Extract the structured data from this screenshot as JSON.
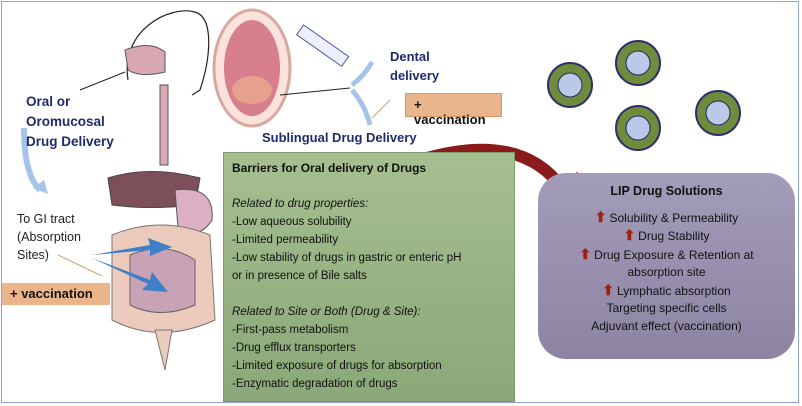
{
  "labels": {
    "oral": [
      "Oral or",
      "Oromucosal",
      "Drug  Delivery"
    ],
    "dental": [
      "Dental",
      "delivery"
    ],
    "sublingual": "Sublingual Drug Delivery",
    "vaccination_top": "+ vaccination",
    "vaccination_left": "+ vaccination",
    "gi_tract": [
      "To GI tract",
      "(Absorption",
      "Sites)"
    ]
  },
  "barriers": {
    "title": "Barriers for Oral delivery of Drugs",
    "section1_heading": "Related to drug properties:",
    "section1_items": [
      "-Low aqueous solubility",
      "-Limited permeability",
      "-Low stability of drugs in gastric or enteric pH",
      "or in presence of Bile salts"
    ],
    "section2_heading": "Related to Site or Both (Drug & Site):",
    "section2_items": [
      "-First-pass metabolism",
      "-Drug efflux transporters",
      "-Limited exposure of drugs for absorption",
      "-Enzymatic degradation of drugs"
    ]
  },
  "solutions": {
    "title": "LIP Drug Solutions",
    "items": [
      {
        "text": "Solubility & Permeability",
        "up": true
      },
      {
        "text": "Drug Stability",
        "up": true
      },
      {
        "text": "Drug Exposure & Retention at",
        "up": true
      },
      {
        "text": "absorption site",
        "up": false
      },
      {
        "text": "Lymphatic absorption",
        "up": true
      },
      {
        "text": "Targeting specific cells",
        "up": false
      },
      {
        "text": "Adjuvant effect (vaccination)",
        "up": false
      }
    ],
    "up_arrow_glyph": "⬆"
  },
  "colors": {
    "navy": "#1f2a6b",
    "barrier_green": "#9bb686",
    "lip_purple": "#998fb0",
    "arrow_red": "#8b1a1a",
    "vaccination_orange": "#eab58a"
  }
}
